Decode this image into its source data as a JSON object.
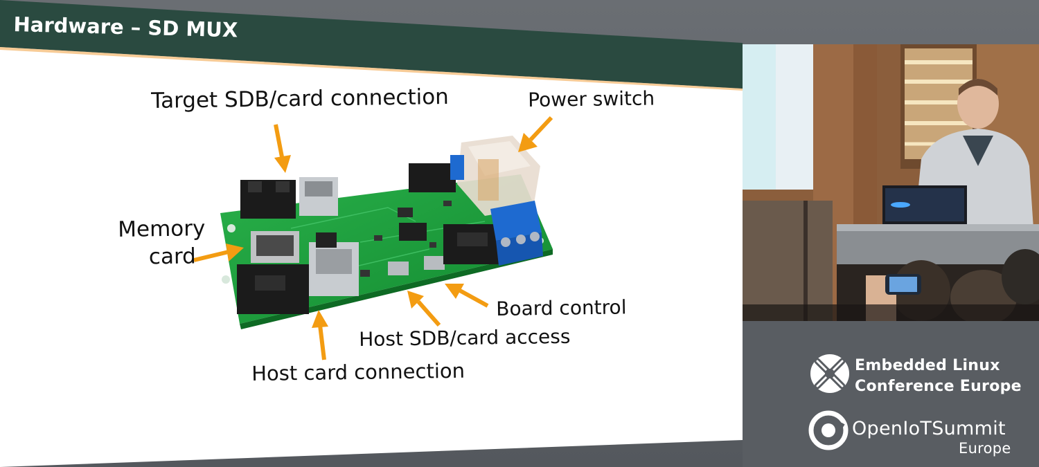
{
  "slide": {
    "title": "Hardware – SD MUX",
    "callouts": {
      "target": "Target SDB/card connection",
      "power": "Power switch",
      "memory_line1": "Memory",
      "memory_line2": "card",
      "board_control": "Board control",
      "host_sdb": "Host SDB/card access",
      "host_card": "Host card connection"
    },
    "colors": {
      "header": "#2a4a40",
      "accent": "#f39c12",
      "board": "#1e9a3a"
    }
  },
  "sponsors": {
    "elc_line1": "Embedded Linux",
    "elc_line2": "Conference Europe",
    "iot_line1": "OpenIoTSummit",
    "iot_line2": "Europe"
  }
}
